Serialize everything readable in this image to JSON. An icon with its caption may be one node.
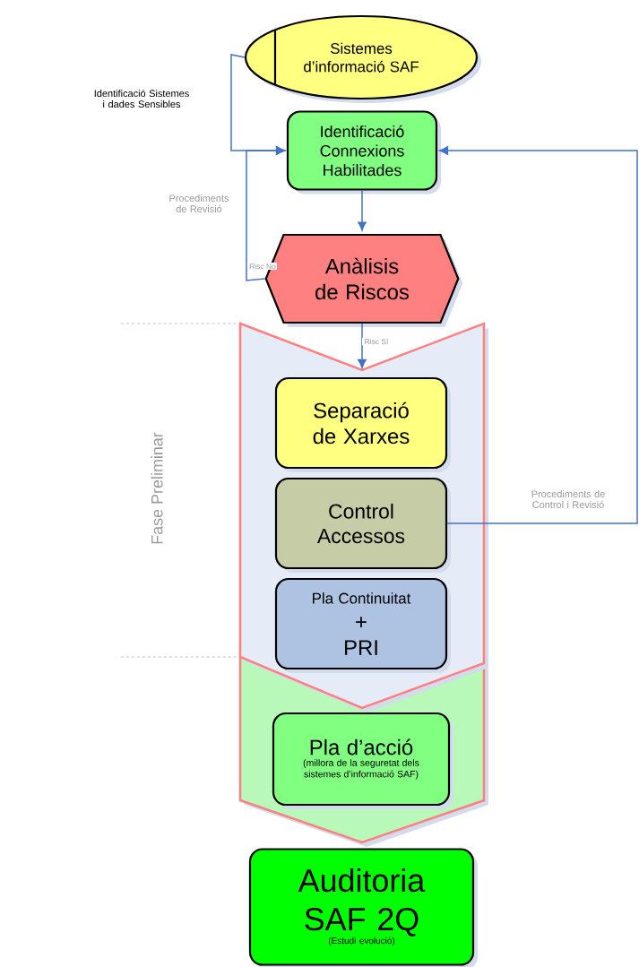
{
  "diagram": {
    "nodes": [
      {
        "text": [
          "Sistemes d’informació SAF"
        ]
      },
      {
        "text": [
          "Identificació Connexions Habilitades"
        ]
      },
      {
        "text": [
          "Anàlisis de Riscos"
        ]
      },
      {
        "text": [],
        "shape": "band"
      },
      {
        "text": [
          "Separació de Xarxes"
        ],
        "in": 3
      },
      {
        "text": [
          "Control Accessos"
        ],
        "in": 3
      },
      {
        "text": [
          "Pla Continuitat",
          "+",
          "PRI"
        ],
        "in": 3
      },
      {
        "text": [],
        "shape": "band"
      },
      {
        "text": [
          "Pla d’acció",
          "(millora de la seguretat dels sistemes d’informació SAF)"
        ],
        "in": 7
      },
      {
        "text": [
          "Auditoria SAF 2Q",
          "(Estudi  evolució)"
        ]
      }
    ],
    "edges": [
      {
        "from": 0,
        "to": 1,
        "arrow": "to",
        "label": "Identificació Sistemes i dades Sensibles"
      },
      {
        "from": 2,
        "to": 1,
        "arrow": "to",
        "label": "Risc No"
      },
      {
        "from": 1,
        "to": 2,
        "arrow": "to"
      },
      {
        "from": 2,
        "to": 3,
        "arrow": "to",
        "label": "Risc Sí"
      },
      {
        "from": 5,
        "to": 1,
        "arrow": "to",
        "label": "Procediments de Control i Revisió"
      }
    ],
    "labels": [
      "Procediments de Revisió",
      "Fase Preliminar"
    ]
  }
}
